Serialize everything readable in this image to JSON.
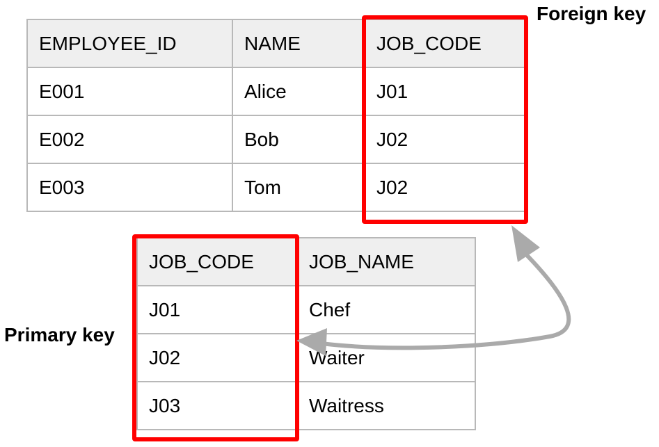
{
  "labels": {
    "foreign_key": "Foreign key",
    "primary_key": "Primary key"
  },
  "employee_table": {
    "headers": [
      "EMPLOYEE_ID",
      "NAME",
      "JOB_CODE"
    ],
    "rows": [
      [
        "E001",
        "Alice",
        "J01"
      ],
      [
        "E002",
        "Bob",
        "J02"
      ],
      [
        "E003",
        "Tom",
        "J02"
      ]
    ]
  },
  "job_table": {
    "headers": [
      "JOB_CODE",
      "JOB_NAME"
    ],
    "rows": [
      [
        "J01",
        "Chef"
      ],
      [
        "J02",
        "Waiter"
      ],
      [
        "J03",
        "Waitress"
      ]
    ]
  },
  "colors": {
    "highlight": "#ff0000",
    "arrow": "#aaaaaa",
    "header_bg": "#efefef",
    "grid": "#b8b8b8"
  }
}
